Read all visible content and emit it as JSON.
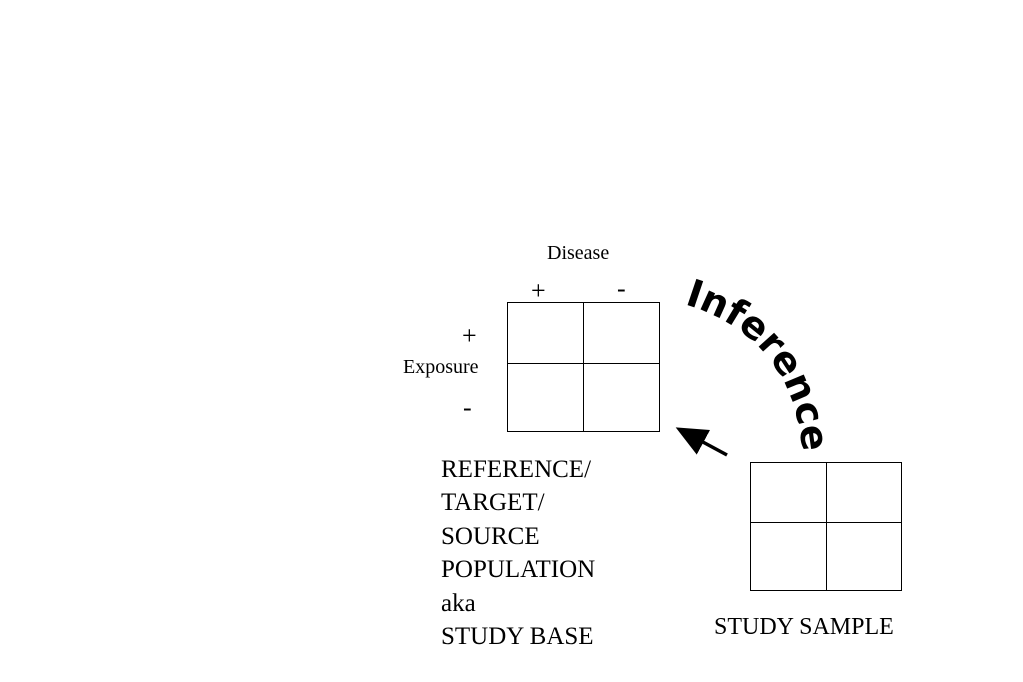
{
  "diagram": {
    "disease_label": "Disease",
    "disease_pos_label": "+",
    "disease_neg_label": "-",
    "exposure_label": "Exposure",
    "exposure_pos_label": "+",
    "exposure_neg_label": "-",
    "population_label_lines": [
      "REFERENCE/",
      "TARGET/",
      "SOURCE",
      "POPULATION",
      "aka",
      "STUDY BASE"
    ],
    "inference_label": "Inference",
    "sample_label": "STUDY SAMPLE"
  }
}
